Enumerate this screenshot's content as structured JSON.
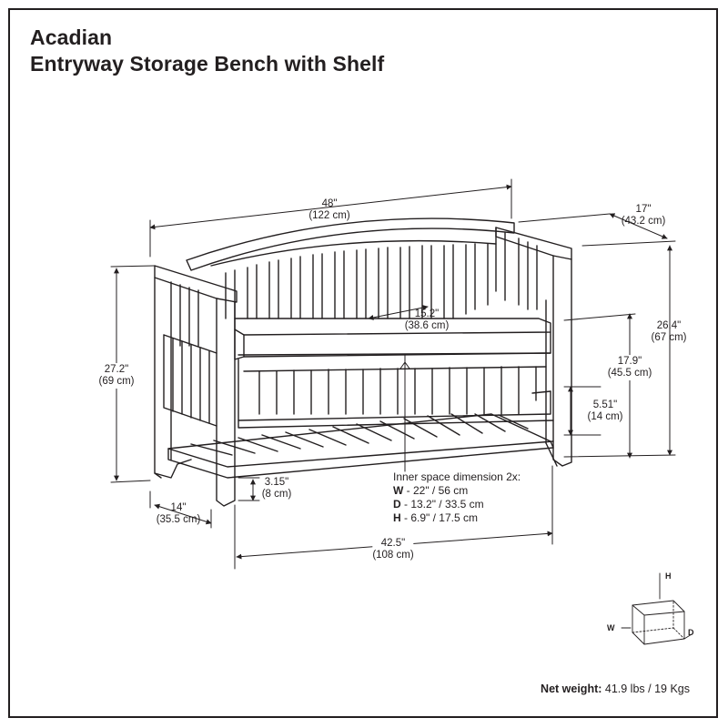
{
  "title": {
    "line1": "Acadian",
    "line2": "Entryway Storage Bench with Shelf"
  },
  "dimensions": {
    "overall_width": {
      "imperial": "48\"",
      "metric": "(122 cm)"
    },
    "overall_depth": {
      "imperial": "17\"",
      "metric": "(43.2 cm)"
    },
    "back_height": {
      "imperial": "26.4\"",
      "metric": "(67 cm)"
    },
    "arm_height": {
      "imperial": "27.2\"",
      "metric": "(69 cm)"
    },
    "seat_depth": {
      "imperial": "15.2\"",
      "metric": "(38.6 cm)"
    },
    "seat_height": {
      "imperial": "17.9\"",
      "metric": "(45.5 cm)"
    },
    "shelf_height": {
      "imperial": "5.51\"",
      "metric": "(14 cm)"
    },
    "leg_height": {
      "imperial": "3.15\"",
      "metric": "(8 cm)"
    },
    "arm_depth": {
      "imperial": "14\"",
      "metric": "(35.5 cm)"
    },
    "inner_width": {
      "imperial": "42.5\"",
      "metric": "(108 cm)"
    }
  },
  "inner_space": {
    "heading": "Inner space dimension 2x:",
    "rows": [
      {
        "key": "W",
        "value": " - 22\" / 56 cm"
      },
      {
        "key": "D",
        "value": " - 13.2\" / 33.5 cm"
      },
      {
        "key": "H",
        "value": " - 6.9\" / 17.5 cm"
      }
    ]
  },
  "axis_legend": {
    "h": "H",
    "w": "W",
    "d": "D"
  },
  "net_weight": {
    "label": "Net weight:",
    "value": " 41.9 lbs / 19 Kgs"
  },
  "colors": {
    "line": "#231f20",
    "background": "#ffffff"
  }
}
